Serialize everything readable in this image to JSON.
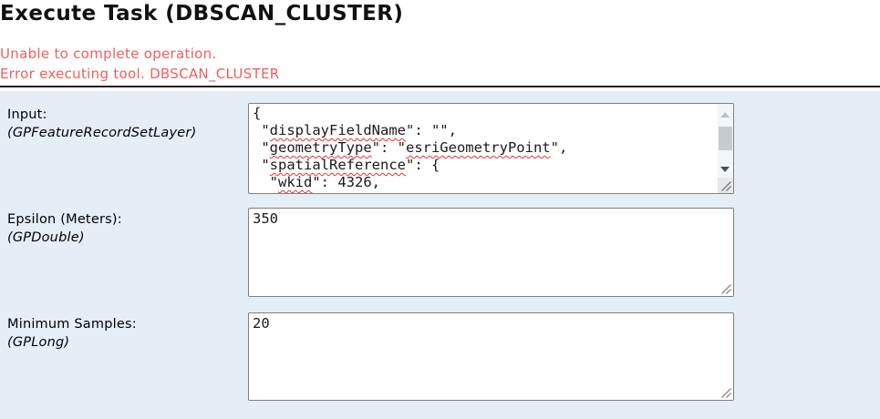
{
  "header": {
    "title": "Execute Task (DBSCAN_CLUSTER)",
    "error_lines": [
      "Unable to complete operation.",
      "Error executing tool. DBSCAN_CLUSTER"
    ]
  },
  "form": {
    "input_field": {
      "label": "Input:",
      "type_label": "(GPFeatureRecordSetLayer)",
      "code_lines": [
        [
          {
            "t": "{",
            "u": false
          }
        ],
        [
          {
            "t": " \"",
            "u": false
          },
          {
            "t": "displayFieldName",
            "u": true
          },
          {
            "t": "\": \"\",",
            "u": false
          }
        ],
        [
          {
            "t": " \"",
            "u": false
          },
          {
            "t": "geometryType",
            "u": true
          },
          {
            "t": "\": \"",
            "u": false
          },
          {
            "t": "esriGeometryPoint",
            "u": true
          },
          {
            "t": "\",",
            "u": false
          }
        ],
        [
          {
            "t": " \"",
            "u": false
          },
          {
            "t": "spatialReference",
            "u": true
          },
          {
            "t": "\": {",
            "u": false
          }
        ],
        [
          {
            "t": "  \"",
            "u": false
          },
          {
            "t": "wkid",
            "u": true
          },
          {
            "t": "\": 4326,",
            "u": false
          }
        ]
      ]
    },
    "epsilon_field": {
      "label": "Epsilon (Meters):",
      "type_label": "(GPDouble)",
      "value": "350"
    },
    "min_samples_field": {
      "label": "Minimum Samples:",
      "type_label": "(GPLong)",
      "value": "20"
    }
  },
  "icons": {
    "scroll_up": "up-triangle",
    "scroll_down": "down-triangle",
    "resize_grip": "diagonal-lines"
  },
  "colors": {
    "error_text": "#ed5f5e",
    "panel_bg": "#e3eef7",
    "divider": "#1f1f1f",
    "textarea_border": "#808080",
    "squiggle": "#e43427",
    "scrollbar_track": "#f2f6f9",
    "scrollbar_thumb": "#c6cbcf"
  }
}
